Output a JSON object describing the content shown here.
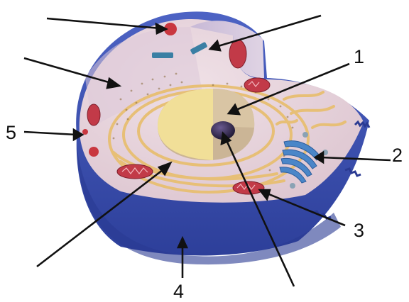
{
  "diagram": {
    "labels": [
      {
        "id": "1",
        "text": "1"
      },
      {
        "id": "2",
        "text": "2"
      },
      {
        "id": "3",
        "text": "3"
      },
      {
        "id": "4",
        "text": "4"
      },
      {
        "id": "5",
        "text": "5"
      }
    ],
    "colors": {
      "membrane_outer": "#3f55b8",
      "membrane_dark": "#2a3a92",
      "cytoplasm_top": "#e4cfd8",
      "cytoplasm_inner": "#d6c6de",
      "er": "#e7bf76",
      "nucleus_yellow": "#f1df98",
      "nucleus_tan": "#cbb596",
      "nucleolus": "#2b2240",
      "mitochondria": "#c23a48",
      "golgi": "#4a86c8",
      "arrow": "#111111"
    }
  }
}
